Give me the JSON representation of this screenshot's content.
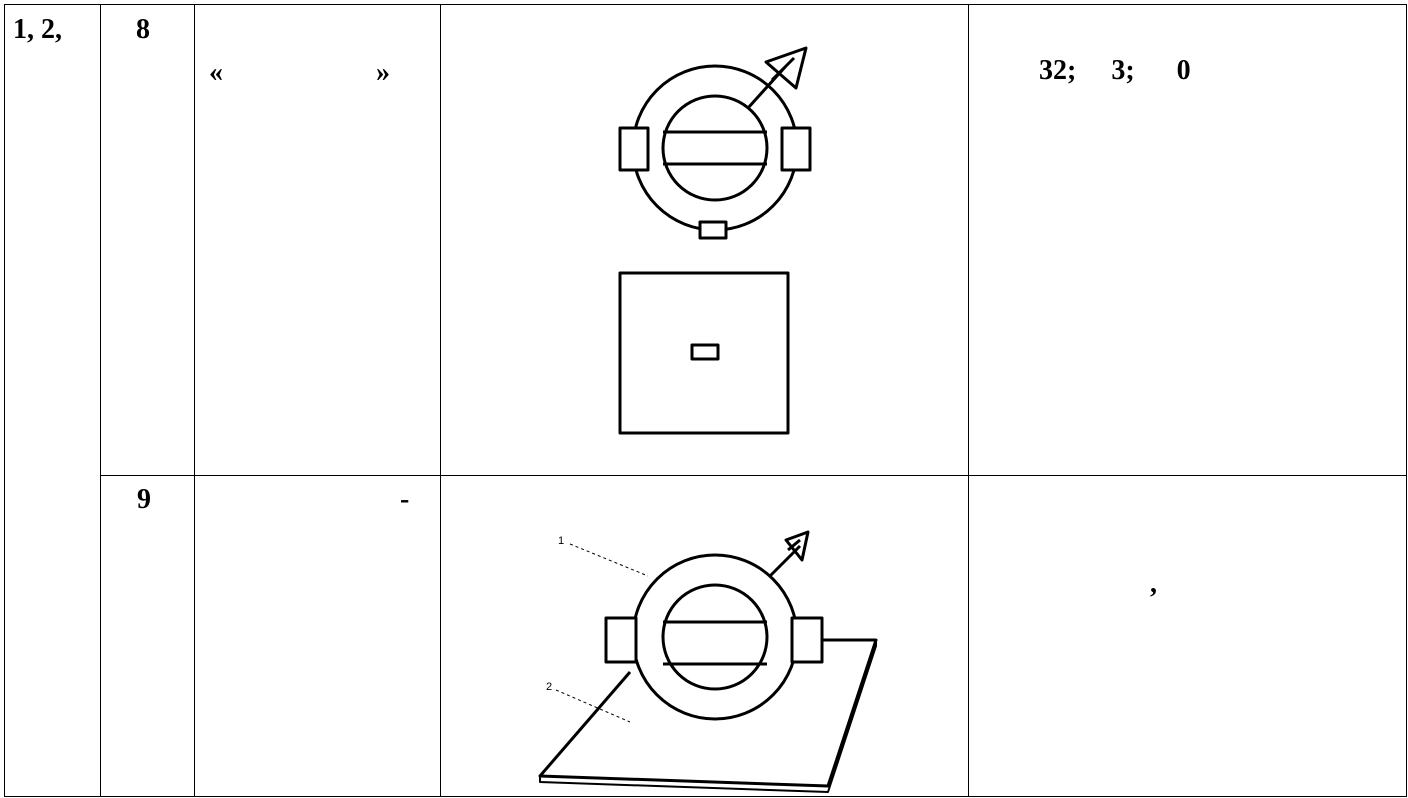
{
  "table": {
    "rows": [
      {
        "group_label": "1, 2,",
        "number": "8",
        "name_left": "«",
        "name_right": "»",
        "figure": "emblem-and-plate",
        "result": "32;     3;      0"
      },
      {
        "number": "9",
        "name_dash": "-",
        "figure": "emblem-on-base-assembly",
        "callouts": [
          "1",
          "2"
        ],
        "result": ","
      }
    ]
  }
}
